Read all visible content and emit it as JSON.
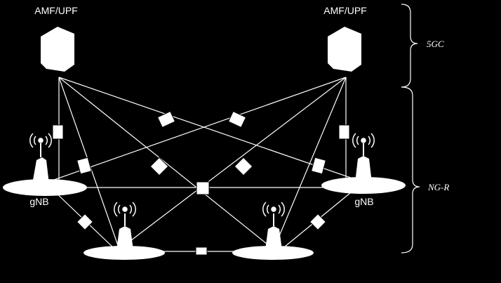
{
  "core_nodes": [
    {
      "label": "AMF/UPF"
    },
    {
      "label": "AMF/UPF"
    }
  ],
  "gnb_labels": [
    "gNB",
    "gNB"
  ],
  "braces": {
    "core": "5GC",
    "ran": "NG-R"
  },
  "colors": {
    "background": "#000000",
    "foreground": "#ffffff"
  }
}
